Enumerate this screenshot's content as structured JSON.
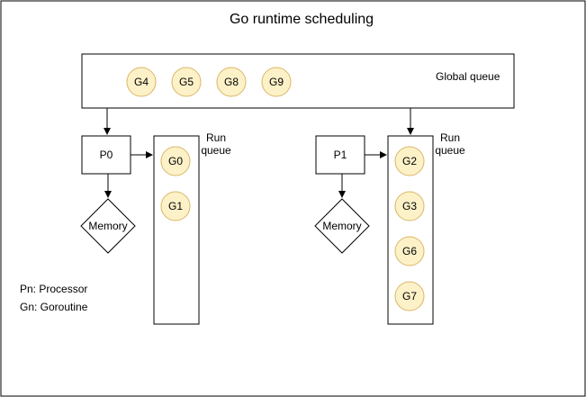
{
  "title": "Go runtime scheduling",
  "global_queue": {
    "label": "Global queue",
    "goroutines": [
      "G4",
      "G5",
      "G8",
      "G9"
    ]
  },
  "processors": [
    {
      "label": "P0",
      "memory_label": "Memory",
      "run_queue_label_line1": "Run",
      "run_queue_label_line2": "queue",
      "goroutines": [
        "G0",
        "G1"
      ]
    },
    {
      "label": "P1",
      "memory_label": "Memory",
      "run_queue_label_line1": "Run",
      "run_queue_label_line2": "queue",
      "goroutines": [
        "G2",
        "G3",
        "G6",
        "G7"
      ]
    }
  ],
  "legend": {
    "processor": "Pn: Processor",
    "goroutine": "Gn: Goroutine"
  },
  "colors": {
    "goroutine_fill": "#fdf1c8",
    "goroutine_stroke": "#d9b766",
    "line": "#000000",
    "background": "#ffffff"
  }
}
